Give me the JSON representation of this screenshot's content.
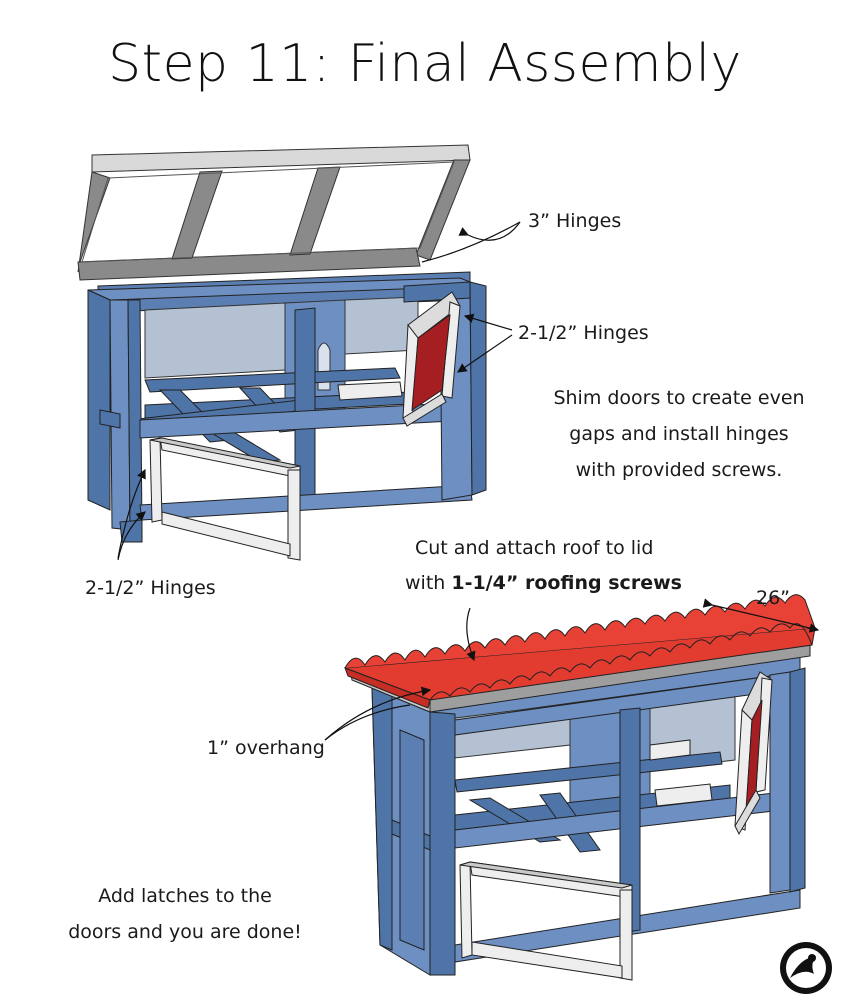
{
  "title": "Step 11: Final Assembly",
  "labels": {
    "hinges_3": "3” Hinges",
    "hinges_side": "2-1/2” Hinges",
    "hinges_front": "2-1/2” Hinges",
    "roof_line1": "Cut and attach roof to lid",
    "roof_line2_prefix": "with ",
    "roof_line2_bold": "1-1/4” roofing screws",
    "width": "26”",
    "overhang": "1” overhang"
  },
  "notes": {
    "shim": [
      "Shim doors to create even",
      "gaps and install hinges",
      "with provided screws."
    ],
    "latches": [
      "Add latches to the",
      "doors and you are done!"
    ]
  },
  "colors": {
    "frame_blue": "#4f74a8",
    "panel_blue": "#6d8fc2",
    "window": "#b4c1d2",
    "lid_gray": "#8c8c8c",
    "door_white": "#eeeeee",
    "roof_red": "#e23b30",
    "door_panel_red": "#a51f22"
  },
  "icons": [
    "logo-icon"
  ]
}
